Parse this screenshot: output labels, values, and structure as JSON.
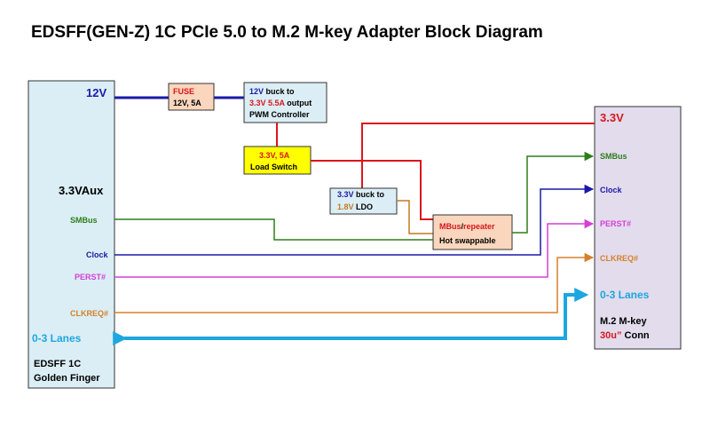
{
  "title": "EDSFF(GEN-Z) 1C PCIe 5.0 to M.2 M-key Adapter Block Diagram",
  "colors": {
    "power12v": "#1a1aa8",
    "power33v": "#d9161c",
    "smbus": "#2e7d1a",
    "clock": "#1a1aa8",
    "perst": "#d63fd6",
    "clkreq": "#d6802a",
    "lanes": "#1ea6e0",
    "ldo_out": "#c27a22",
    "connector_left_fill": "#dbeef5",
    "connector_right_fill": "#e2dced",
    "fuse_fill": "#f9d6bd",
    "buck_fill": "#dbeef5",
    "switch_fill": "#ffff00",
    "repeater_fill": "#f9d6bd"
  },
  "left_connector": {
    "label_12v": "12V",
    "label_aux": "3.3VAux",
    "label_smbus": "SMBus",
    "label_clock": "Clock",
    "label_perst": "PERST#",
    "label_clkreq": "CLKREQ#",
    "label_lanes": "0-3 Lanes",
    "name_line1": "EDSFF 1C",
    "name_line2": "Golden Finger"
  },
  "right_connector": {
    "label_33v": "3.3V",
    "label_smbus": "SMBus",
    "label_clock": "Clock",
    "label_perst": "PERST#",
    "label_clkreq": "CLKREQ#",
    "label_lanes": "0-3 Lanes",
    "name_line1": "M.2 M-key",
    "name_line2a": "30u”",
    "name_line2b": " Conn"
  },
  "fuse": {
    "line1": "FUSE",
    "line2": "12V, 5A"
  },
  "buck12": {
    "line1a": "12V",
    "line1b": " buck to",
    "line2a": "3.3V 5.5A",
    "line2b": " output",
    "line3": "PWM Controller"
  },
  "load_switch": {
    "line1": "3.3V, 5A",
    "line2": "Load Switch"
  },
  "ldo": {
    "line1a": "3.3V",
    "line1b": " buck to",
    "line2a": "1.8V",
    "line2b": " LDO"
  },
  "repeater": {
    "line1a": "MBus",
    "line1b": "/",
    "line1c": "repeater",
    "line2": "Hot swappable"
  }
}
